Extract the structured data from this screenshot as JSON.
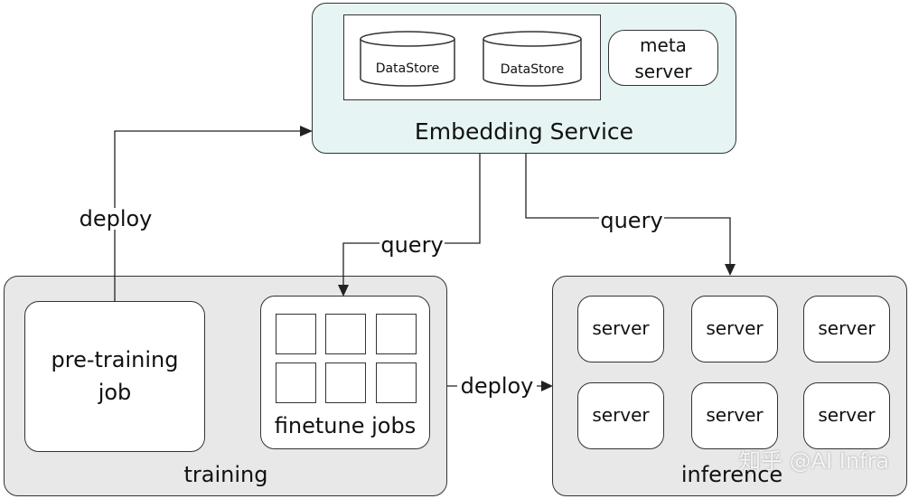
{
  "embedding_service": {
    "title": "Embedding Service",
    "datastores": [
      "DataStore",
      "DataStore"
    ],
    "meta_server": [
      "meta",
      "server"
    ]
  },
  "training": {
    "title": "training",
    "pretraining_job": [
      "pre-training",
      "job"
    ],
    "finetune_jobs": "finetune jobs"
  },
  "inference": {
    "title": "inference",
    "servers": [
      "server",
      "server",
      "server",
      "server",
      "server",
      "server"
    ]
  },
  "edges": {
    "deploy_to_embedding": "deploy",
    "query_from_finetune": "query",
    "query_from_inference": "query",
    "deploy_to_inference": "deploy"
  },
  "watermark": "知乎 @AI Infra",
  "colors": {
    "embedding_fill": "#e6f5f3",
    "group_fill": "#e8e8e8",
    "node_fill": "#ffffff",
    "stroke": "#333333"
  }
}
